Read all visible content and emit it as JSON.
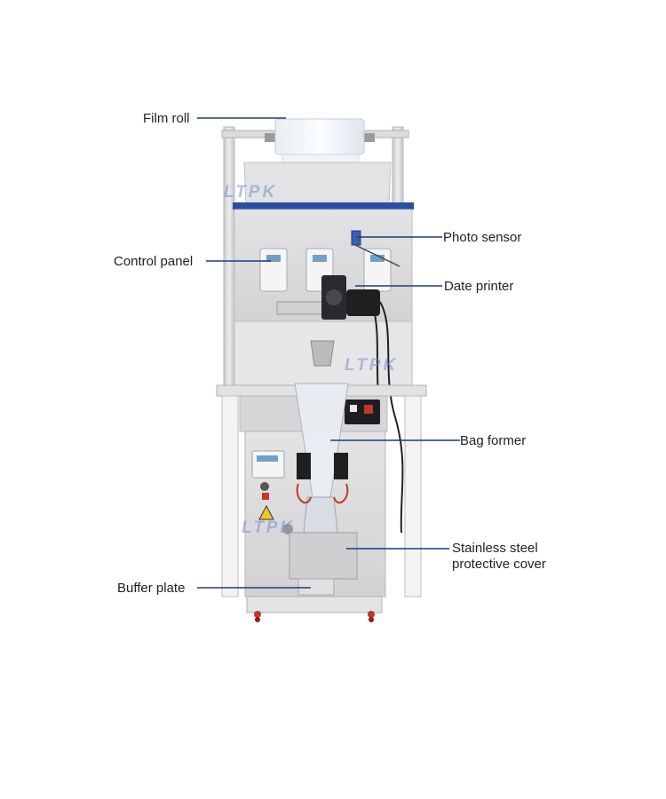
{
  "labels": {
    "film_roll": "Film roll",
    "control_panel": "Control panel",
    "photo_sensor": "Photo sensor",
    "date_printer": "Date printer",
    "bag_former": "Bag former",
    "stainless_line1": "Stainless steel",
    "stainless_line2": "protective cover",
    "buffer_plate": "Buffer plate"
  },
  "watermark": "LTPK",
  "colors": {
    "leader": "#1c3d7a",
    "steel": "#d9d9db",
    "steel_dark": "#a8a8ab",
    "frame": "#f2f2f2",
    "accent_blue": "#2b4fa0",
    "wheel": "#c0392b"
  }
}
